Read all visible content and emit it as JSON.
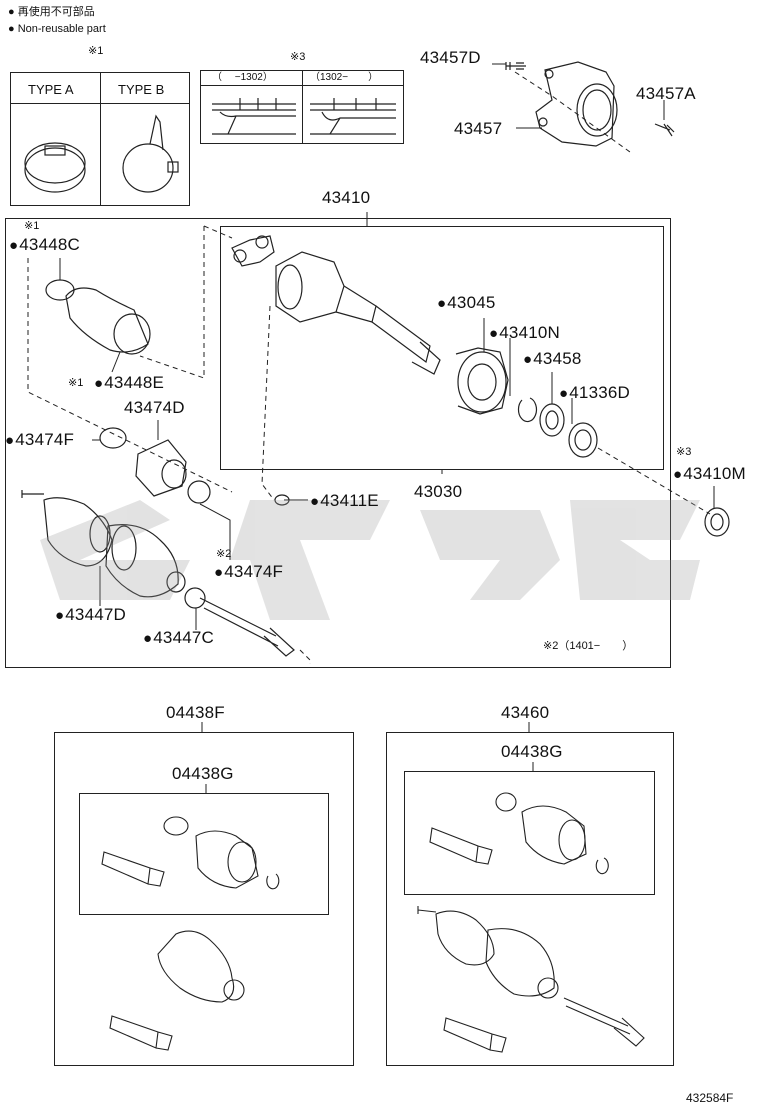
{
  "legend": {
    "line1": "● 再使用不可部品",
    "line2": "● Non-reusable part"
  },
  "notes": {
    "note1": "※1",
    "note3": "※3",
    "type_a": "TYPE A",
    "type_b": "TYPE B",
    "period_old": "（　 −1302）",
    "period_new": "（1302−　　）",
    "note2_period": "※2（1401−　　）"
  },
  "parts": {
    "p43457D": "43457D",
    "p43457A": "43457A",
    "p43457": "43457",
    "p43410": "43410",
    "p43448C": "43448C",
    "p43448E": "43448E",
    "p43474D": "43474D",
    "p43474F": "43474F",
    "p43474F_b": "43474F",
    "p43447D": "43447D",
    "p43447C": "43447C",
    "p43411E": "43411E",
    "p43030": "43030",
    "p43045": "43045",
    "p43410N": "43410N",
    "p43458": "43458",
    "p41336D": "41336D",
    "p43410M": "43410M",
    "p04438F": "04438F",
    "p04438G_left": "04438G",
    "p43460": "43460",
    "p04438G_right": "04438G"
  },
  "marks": {
    "m1": "※1",
    "m1b": "※1",
    "m2": "※2",
    "m3": "※3"
  },
  "figure_id": "432584F"
}
